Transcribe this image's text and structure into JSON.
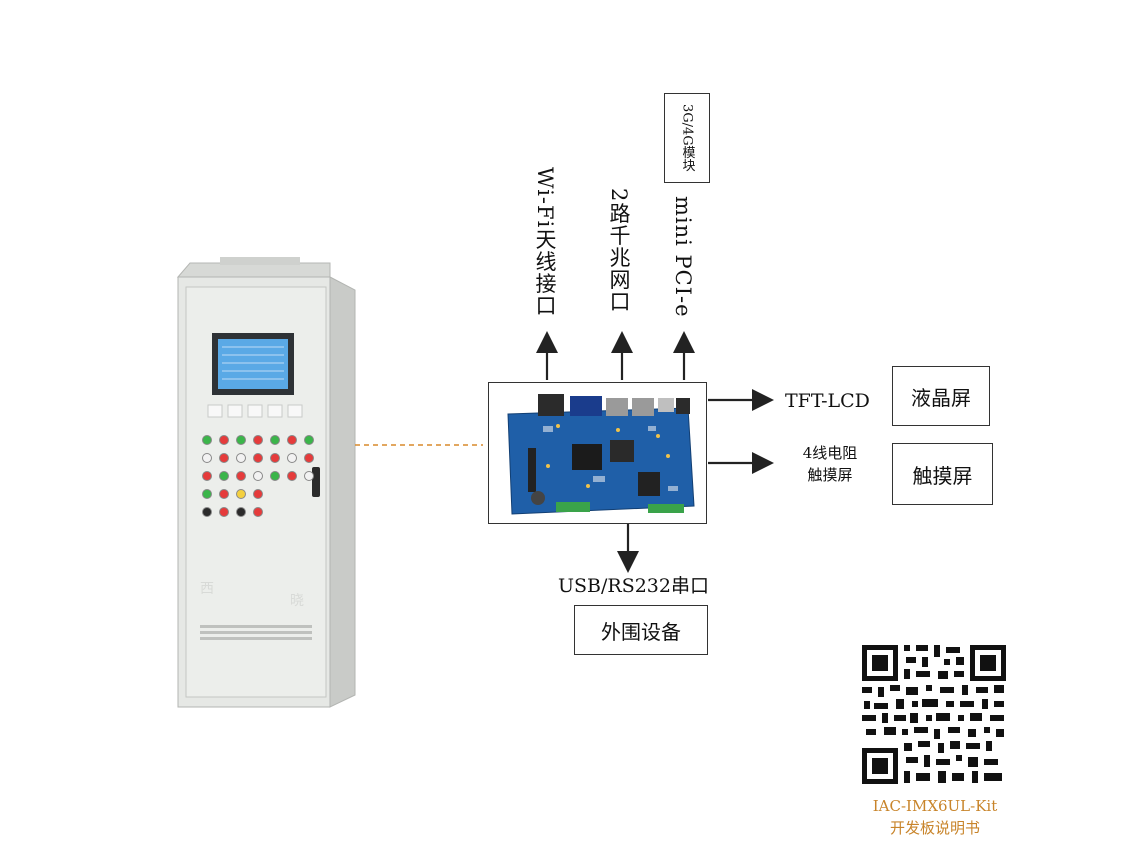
{
  "top_labels": {
    "wifi": "Wi-Fi天线接口",
    "ethernet": "2路千兆网口",
    "minipcie": "mini PCI-e",
    "module_3g4g": "3G/4G模块"
  },
  "right_labels": {
    "tft_lcd": "TFT-LCD",
    "lcd_box": "液晶屏",
    "touch_label_line1": "4线电阻",
    "touch_label_line2": "触摸屏",
    "touch_box": "触摸屏"
  },
  "bottom_labels": {
    "usb_serial": "USB/RS232串口",
    "peripheral_box": "外围设备"
  },
  "qr_caption": {
    "line1": "IAC-IMX6UL-Kit",
    "line2": "开发板说明书"
  },
  "colors": {
    "dashed_link": "#d98a2b",
    "caption": "#c8842a",
    "board_blue": "#1f5fa8",
    "cabinet": "#e4e6e4",
    "screen": "#5aa9e6"
  }
}
